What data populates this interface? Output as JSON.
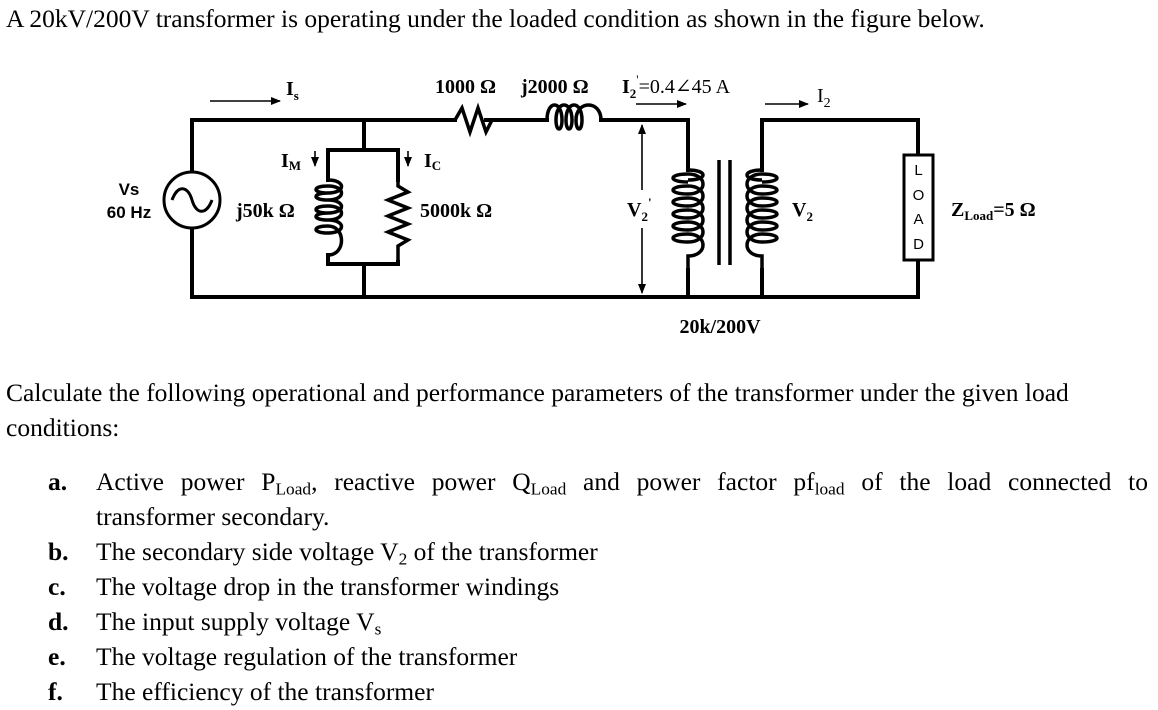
{
  "intro": "A 20kV/200V transformer is operating under the loaded condition as shown in the figure below.",
  "diagram": {
    "source": {
      "name": "Vs",
      "frequency": "60 Hz"
    },
    "source_current": {
      "main": "I",
      "sub": "s"
    },
    "magnetizing_current": {
      "main": "I",
      "sub": "M"
    },
    "core_current": {
      "main": "I",
      "sub": "C"
    },
    "magnetizing_reactance": "j50k Ω",
    "core_resistance": "5000k Ω",
    "series_resistance": "1000 Ω",
    "series_reactance": "j2000 Ω",
    "referred_current": {
      "main": "I",
      "sub": "2",
      "sup": "'",
      "value": "=0.4∠45 A"
    },
    "referred_voltage": {
      "main": "V",
      "sub": "2",
      "sup": "'"
    },
    "secondary_current": {
      "main": "I",
      "sub": "2"
    },
    "secondary_voltage": {
      "main": "V",
      "sub": "2"
    },
    "load_box_letters": [
      "L",
      "O",
      "A",
      "D"
    ],
    "load_impedance": {
      "main": "Z",
      "sub": "Load",
      "value": "=5 Ω"
    },
    "transformer_rating": "20k/200V"
  },
  "prompt": "Calculate the following operational and performance parameters of the transformer under the given load conditions:",
  "tasks": [
    {
      "label": "a.",
      "parts": [
        "Active power P",
        "Load",
        ", reactive power Q",
        "Load",
        " and power factor pf",
        "load",
        " of the load connected to"
      ],
      "line2": "transformer secondary."
    },
    {
      "label": "b.",
      "pre": "The secondary side voltage V",
      "sub": "2",
      "post": " of the transformer"
    },
    {
      "label": "c.",
      "pre": "The voltage drop in the transformer windings"
    },
    {
      "label": "d.",
      "pre": "The input supply voltage V",
      "sub": "s",
      "post": ""
    },
    {
      "label": "e.",
      "pre": "The voltage regulation of the transformer"
    },
    {
      "label": "f.",
      "pre": "The efficiency of the transformer"
    }
  ]
}
